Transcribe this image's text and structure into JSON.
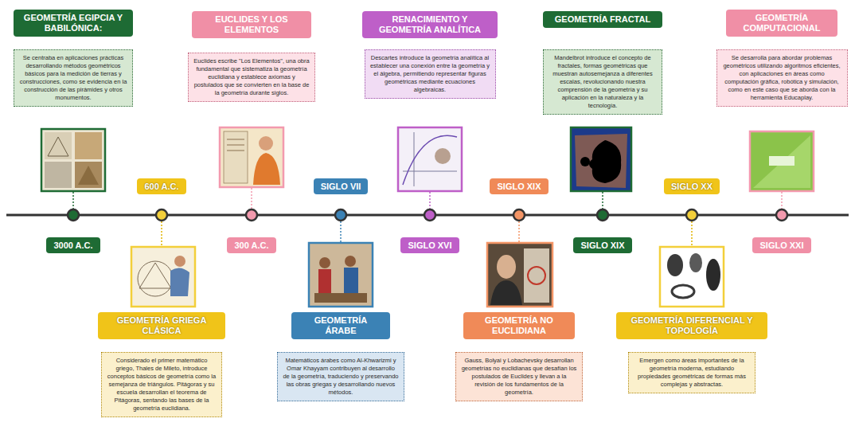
{
  "diagram": {
    "nodes": [
      {
        "text": [
          "GEOMETRÍA EGIPCIA Y BABILÓNICA:"
        ]
      },
      {
        "text": [
          "Se centraba en aplicaciones prácticas desarrollando métodos geométricos básicos para la medición de tierras y construcciones, como se evidencia en la construcción de las pirámides y otros monumentos."
        ]
      },
      {
        "text": [
          "3000 A.C."
        ]
      },
      {
        "text": [
          "600 A.C."
        ]
      },
      {
        "text": [
          "GEOMETRÍA GRIEGA CLÁSICA"
        ]
      },
      {
        "text": [
          "Considerado el primer matemático griego, Thales de Mileto, introduce conceptos básicos de geometría como la semejanza de triángulos. Pitágoras y su escuela desarrollan el teorema de Pitágoras, sentando las bases de la geometría euclidiana."
        ]
      },
      {
        "text": [
          "EUCLIDES Y LOS ELEMENTOS"
        ]
      },
      {
        "text": [
          "Euclides escribe \"Los Elementos\", una obra fundamental que sistematiza la geometría euclidiana y establece axiomas y postulados que se convierten en la base de la geometría durante siglos."
        ]
      },
      {
        "text": [
          "300 A.C."
        ]
      },
      {
        "text": [
          "SIGLO VII"
        ]
      },
      {
        "text": [
          "GEOMETRÍA ÁRABE"
        ]
      },
      {
        "text": [
          "Matemáticos árabes como Al-Khwarizmi y Omar Khayyam contribuyen al desarrollo de la geometría, traduciendo y preservando las obras griegas y desarrollando nuevos métodos."
        ]
      },
      {
        "text": [
          "RENACIMIENTO Y GEOMETRÍA ANALÍTICA"
        ]
      },
      {
        "text": [
          "Descartes introduce la geometría analítica al establecer una conexión entre la geometría y el álgebra, permitiendo representar figuras geométricas mediante ecuaciones algebraicas."
        ]
      },
      {
        "text": [
          "SIGLO XVI"
        ]
      },
      {
        "text": [
          "SIGLO XIX"
        ]
      },
      {
        "text": [
          "GEOMETRÍA NO EUCLIDIANA"
        ]
      },
      {
        "text": [
          "Gauss, Bolyai y Lobachevsky desarrollan geometrías no euclidianas que desafían los postulados de Euclides y llevan a la revisión de los fundamentos de la geometría."
        ]
      },
      {
        "text": [
          "GEOMETRÍA FRACTAL"
        ]
      },
      {
        "text": [
          "Mandelbrot introduce el concepto de fractales, formas geométricas que muestran autosemejanza a diferentes escalas, revolucionando nuestra comprensión de la geometría y su aplicación en la naturaleza y la tecnología."
        ]
      },
      {
        "text": [
          "SIGLO XIX"
        ]
      },
      {
        "text": [
          "SIGLO XX"
        ]
      },
      {
        "text": [
          "GEOMETRÍA DIFERENCIAL Y TOPOLOGÍA"
        ]
      },
      {
        "text": [
          "Emergen como áreas importantes de la geometría moderna, estudiando propiedades geométricas de formas más complejas y abstractas."
        ]
      },
      {
        "text": [
          "GEOMETRÍA COMPUTACIONAL"
        ]
      },
      {
        "text": [
          "Se desarrolla para abordar problemas geométricos utilizando algoritmos eficientes, con aplicaciones en áreas como computación gráfica, robótica y simulación, como en este caso que se aborda con la herramienta Educaplay."
        ]
      },
      {
        "text": [
          "SIGLO XXI"
        ]
      }
    ]
  }
}
